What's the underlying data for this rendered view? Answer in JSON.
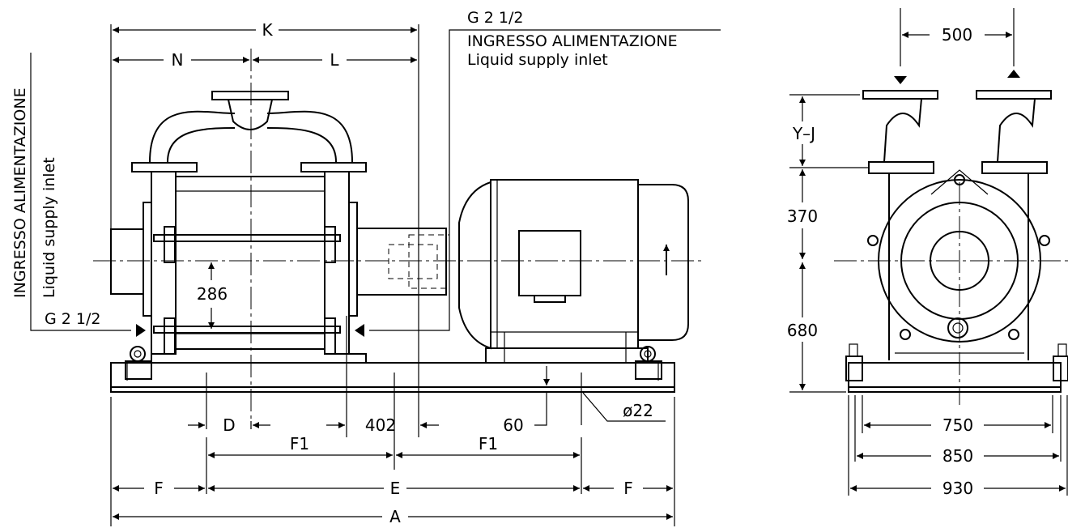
{
  "dimensions": {
    "K": "K",
    "N": "N",
    "L": "L",
    "D": "D",
    "F1_left": "F1",
    "F1_right": "F1",
    "F_left": "F",
    "F_right": "F",
    "E": "E",
    "A": "A",
    "h_286": "286",
    "h_402": "402",
    "h_60": "60",
    "dia_22": "ø22",
    "w_500": "500",
    "w_750": "750",
    "w_850": "850",
    "w_930": "930",
    "yj": "Y–J",
    "v_370": "370",
    "v_680": "680"
  },
  "annotations": {
    "thread_top": "G 2 1/2",
    "thread_left": "G 2 1/2",
    "inlet_it_top": "INGRESSO ALIMENTAZIONE",
    "inlet_en_top": "Liquid supply inlet",
    "inlet_it_side": "INGRESSO ALIMENTAZIONE",
    "inlet_en_side": "Liquid supply inlet"
  }
}
